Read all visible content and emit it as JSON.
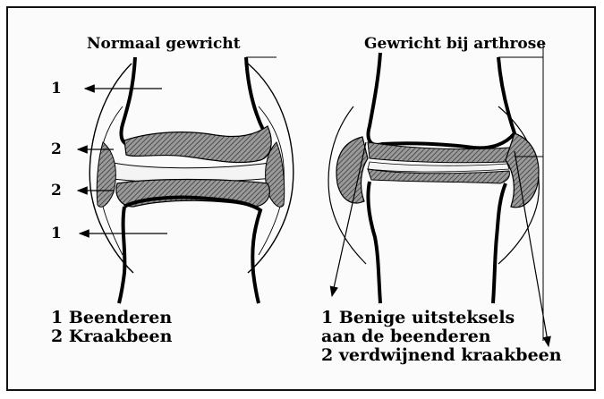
{
  "diagram": {
    "left_panel": {
      "title": "Normaal gewricht",
      "markers": [
        "1",
        "2",
        "2",
        "1"
      ],
      "legend": [
        "1 Beenderen",
        "2 Kraakbeen"
      ]
    },
    "right_panel": {
      "title": "Gewricht bij arthrose",
      "legend": [
        "1 Benige uitsteksels",
        "aan de beenderen",
        "2 verdwijnend kraakbeen"
      ]
    },
    "colors": {
      "ink": "#000000",
      "cartilage": "#7a7a7a",
      "background": "#fbfbfb",
      "frame": "#111111"
    }
  }
}
